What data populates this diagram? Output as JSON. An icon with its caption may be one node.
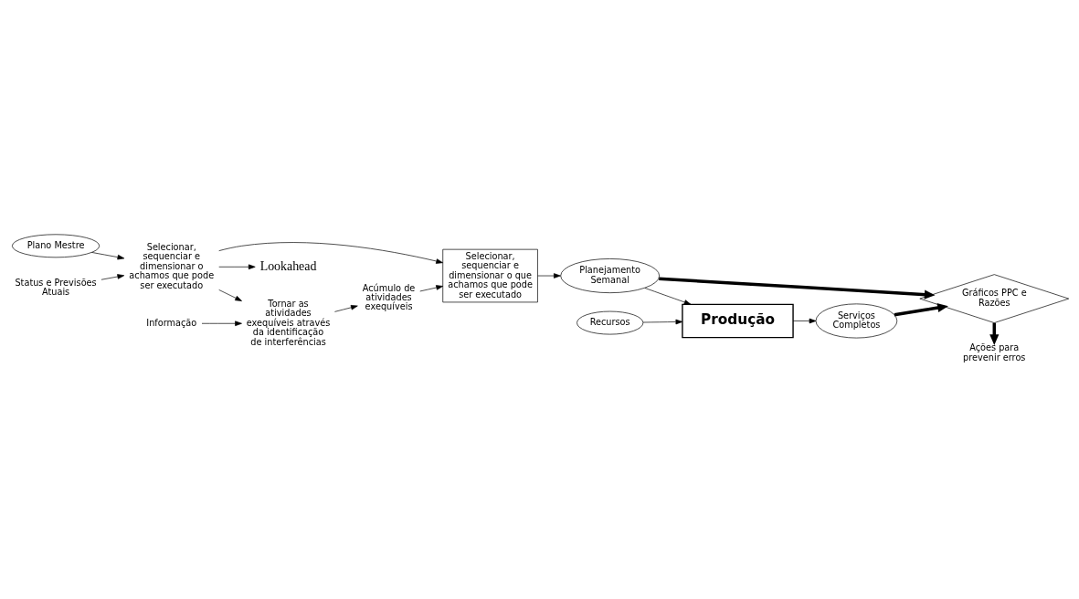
{
  "diagram": {
    "nodes": [
      {
        "text": [
          "Plano Mestre"
        ]
      },
      {
        "text": [
          "Selecionar, sequenciar e dimensionar o achamos que pode ser executado"
        ]
      },
      {
        "text": [
          "Status e Previsões Atuais"
        ]
      },
      {
        "text": [
          "Lookahead"
        ]
      },
      {
        "text": [
          "Informação"
        ]
      },
      {
        "text": [
          "Tornar as atividades exequíveis através da identificação de interferências"
        ]
      },
      {
        "text": [
          "Acúmulo de atividades exequíveis"
        ]
      },
      {
        "text": [
          "Selecionar, sequenciar e dimensionar o que achamos que pode ser executado"
        ]
      },
      {
        "text": [
          "Planejamento Semanal"
        ]
      },
      {
        "text": [
          "Gráficos PPC e Razões"
        ]
      },
      {
        "text": [
          "Ações para prevenir erros"
        ]
      },
      {
        "text": [
          "Recursos"
        ]
      },
      {
        "text": [
          "Produção"
        ]
      },
      {
        "text": [
          "Serviços Completos"
        ]
      }
    ],
    "edges": [
      {
        "from": 0,
        "to": 1,
        "arrow": "to"
      },
      {
        "from": 2,
        "to": 1,
        "arrow": "to"
      },
      {
        "from": 1,
        "to": 3,
        "arrow": "to"
      },
      {
        "from": 1,
        "to": 5,
        "arrow": "to"
      },
      {
        "from": 1,
        "to": 7,
        "arrow": "to"
      },
      {
        "from": 4,
        "to": 5,
        "arrow": "to"
      },
      {
        "from": 5,
        "to": 6,
        "arrow": "to"
      },
      {
        "from": 6,
        "to": 7,
        "arrow": "to"
      },
      {
        "from": 7,
        "to": 8,
        "arrow": "to"
      },
      {
        "from": 8,
        "to": 9,
        "arrow": "to",
        "style": "thick"
      },
      {
        "from": 9,
        "to": 10,
        "arrow": "to",
        "style": "thick"
      },
      {
        "from": 13,
        "to": 9,
        "arrow": "to",
        "style": "thick"
      },
      {
        "from": 8,
        "to": 12,
        "arrow": "to"
      },
      {
        "from": 11,
        "to": 12,
        "arrow": "to"
      },
      {
        "from": 12,
        "to": 13,
        "arrow": "to"
      }
    ]
  }
}
